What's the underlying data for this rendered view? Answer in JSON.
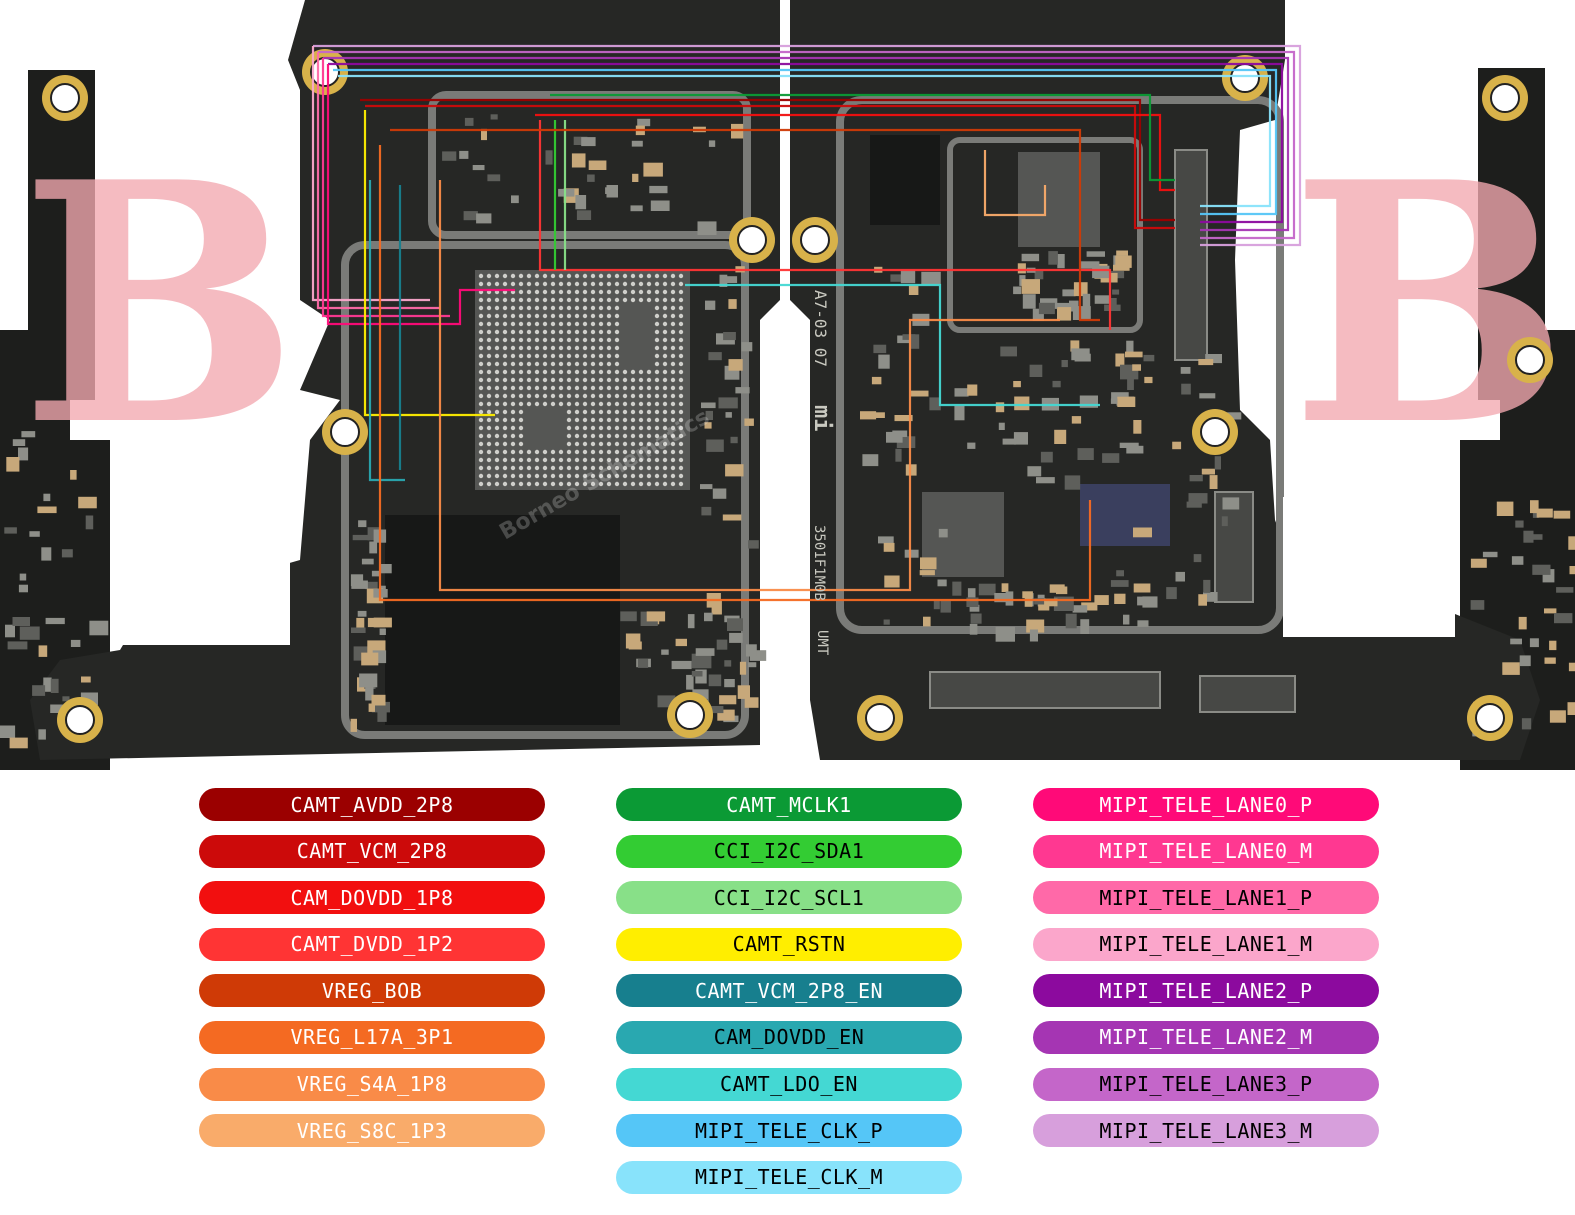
{
  "board": {
    "silkscreen_left": "A7-03 07",
    "silkscreen_logo": "mi",
    "silkscreen_code": "3501F1M0B",
    "silkscreen_umt": "UMT",
    "watermark_text": "Borneo Schematics"
  },
  "legend": {
    "columns": [
      {
        "items": [
          {
            "label": "CAMT_AVDD_2P8",
            "color": "#9b0000",
            "text_color": "#ffffff"
          },
          {
            "label": "CAMT_VCM_2P8",
            "color": "#cc0a0a",
            "text_color": "#ffffff"
          },
          {
            "label": "CAM_DOVDD_1P8",
            "color": "#f20f0f",
            "text_color": "#ffffff"
          },
          {
            "label": "CAMT_DVDD_1P2",
            "color": "#ff3434",
            "text_color": "#ffffff"
          },
          {
            "label": "VREG_BOB",
            "color": "#cf3a06",
            "text_color": "#ffffff"
          },
          {
            "label": "VREG_L17A_3P1",
            "color": "#f46a22",
            "text_color": "#ffffff"
          },
          {
            "label": "VREG_S4A_1P8",
            "color": "#f98b48",
            "text_color": "#ffffff"
          },
          {
            "label": "VREG_S8C_1P3",
            "color": "#f9ab6a",
            "text_color": "#ffffff"
          }
        ]
      },
      {
        "items": [
          {
            "label": "CAMT_MCLK1",
            "color": "#0b9a35",
            "text_color": "#ffffff"
          },
          {
            "label": "CCI_I2C_SDA1",
            "color": "#33cc33",
            "text_color": "#000000"
          },
          {
            "label": "CCI_I2C_SCL1",
            "color": "#88e088",
            "text_color": "#000000"
          },
          {
            "label": "CAMT_RSTN",
            "color": "#ffee00",
            "text_color": "#000000"
          },
          {
            "label": "CAMT_VCM_2P8_EN",
            "color": "#177f8e",
            "text_color": "#ffffff"
          },
          {
            "label": "CAM_DOVDD_EN",
            "color": "#29a8b0",
            "text_color": "#000000"
          },
          {
            "label": "CAMT_LDO_EN",
            "color": "#44d8d3",
            "text_color": "#000000"
          },
          {
            "label": "MIPI_TELE_CLK_P",
            "color": "#55c6f7",
            "text_color": "#000000"
          },
          {
            "label": "MIPI_TELE_CLK_M",
            "color": "#88e3fb",
            "text_color": "#000000"
          }
        ]
      },
      {
        "items": [
          {
            "label": "MIPI_TELE_LANE0_P",
            "color": "#ff0a78",
            "text_color": "#ffffff"
          },
          {
            "label": "MIPI_TELE_LANE0_M",
            "color": "#ff3891",
            "text_color": "#ffffff"
          },
          {
            "label": "MIPI_TELE_LANE1_P",
            "color": "#ff69a8",
            "text_color": "#000000"
          },
          {
            "label": "MIPI_TELE_LANE1_M",
            "color": "#fba6cb",
            "text_color": "#000000"
          },
          {
            "label": "MIPI_TELE_LANE2_P",
            "color": "#8c0a9e",
            "text_color": "#ffffff"
          },
          {
            "label": "MIPI_TELE_LANE2_M",
            "color": "#a535b3",
            "text_color": "#ffffff"
          },
          {
            "label": "MIPI_TELE_LANE3_P",
            "color": "#c466c9",
            "text_color": "#000000"
          },
          {
            "label": "MIPI_TELE_LANE3_M",
            "color": "#d79fdc",
            "text_color": "#000000"
          }
        ]
      }
    ]
  }
}
